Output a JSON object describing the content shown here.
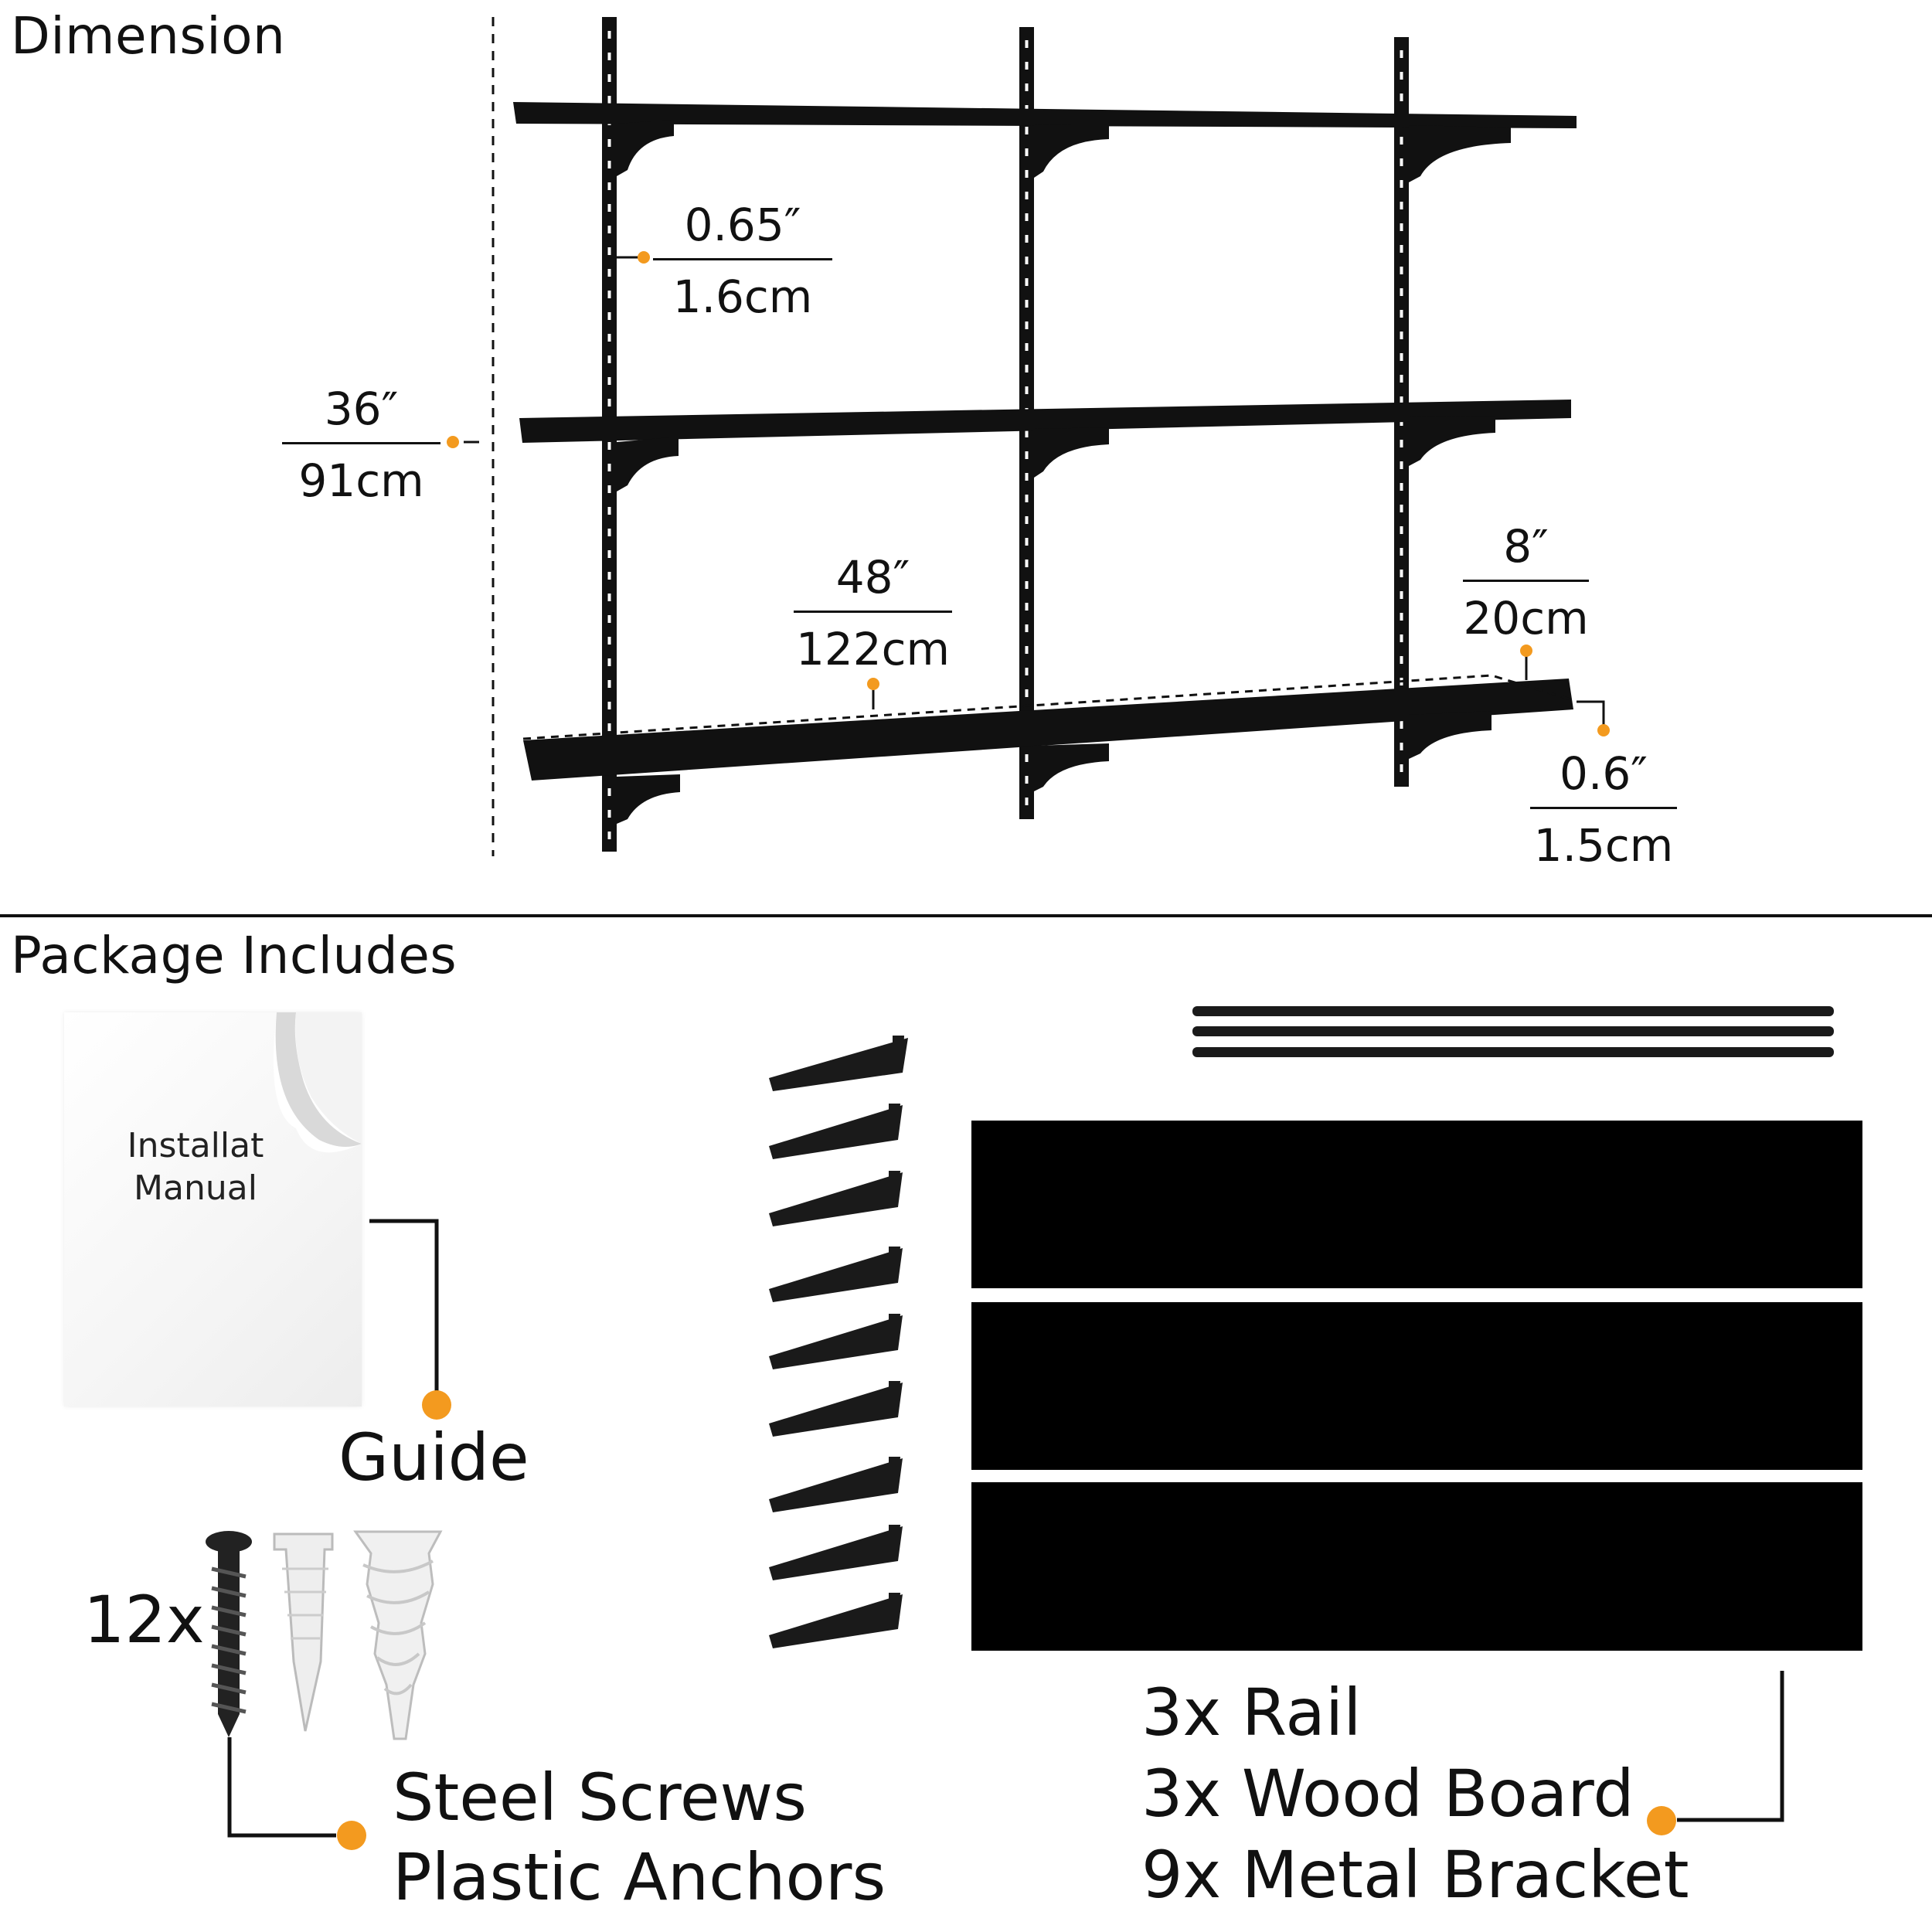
{
  "sections": {
    "dimension_title": "Dimension",
    "package_title": "Package Includes"
  },
  "dimensions": {
    "rail_width": {
      "imperial": "0.65″",
      "metric": "1.6cm"
    },
    "height": {
      "imperial": "36″",
      "metric": "91cm"
    },
    "length": {
      "imperial": "48″",
      "metric": "122cm"
    },
    "depth": {
      "imperial": "8″",
      "metric": "20cm"
    },
    "thickness": {
      "imperial": "0.6″",
      "metric": "1.5cm"
    }
  },
  "package": {
    "manual_line1": "Installat",
    "manual_line2": "Manual",
    "guide_label": "Guide",
    "hardware_count": "12x",
    "screws_label": "Steel Screws",
    "anchors_label": "Plastic Anchors",
    "rail_label": "3x Rail",
    "board_label": "3x Wood Board",
    "bracket_label": "9x Metal Bracket"
  },
  "colors": {
    "accent": "#f39a1f",
    "product": "#111111",
    "line": "#111111"
  }
}
